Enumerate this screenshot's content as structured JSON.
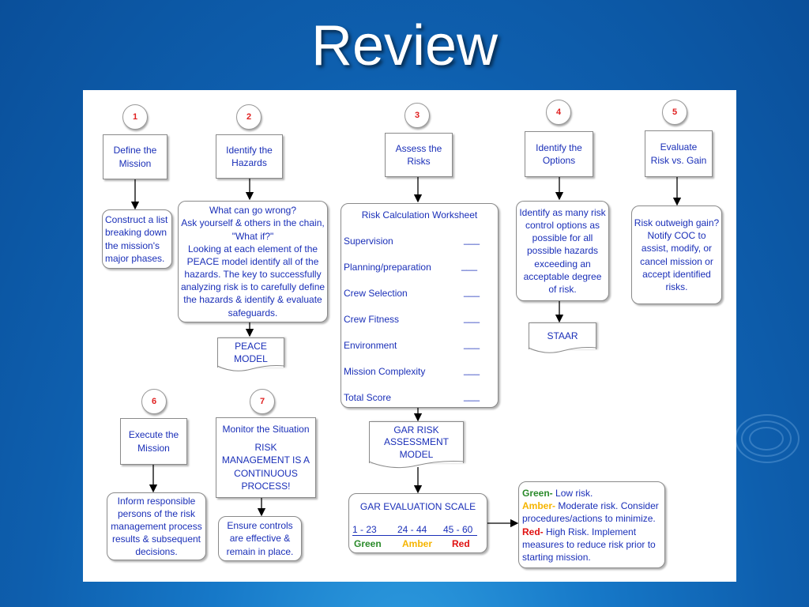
{
  "slide": {
    "title": "Review"
  },
  "colors": {
    "green": "#2a8a2a",
    "amber": "#f5b400",
    "red": "#e01010",
    "text_blue": "#1a2fb8"
  },
  "steps": [
    {
      "number": "1",
      "label": "Define the\nMission",
      "detail": "Construct a list\nbreaking down\nthe mission's\nmajor phases."
    },
    {
      "number": "2",
      "label": "Identify the\nHazards",
      "detail": "What can go wrong?\nAsk yourself & others in the chain,\n\"What if?\"\nLooking at each element of the\nPEACE model identify all of the\nhazards. The key to successfully\nanalyzing risk is to carefully define\nthe hazards & identify & evaluate\nsafeguards.",
      "doc": "PEACE\nMODEL"
    },
    {
      "number": "3",
      "label": "Assess the\nRisks"
    },
    {
      "number": "4",
      "label": "Identify the\nOptions",
      "detail": "Identify as many risk\ncontrol options as\npossible for all\npossible hazards\nexceeding an\nacceptable degree\nof risk.",
      "doc": "STAAR"
    },
    {
      "number": "5",
      "label": "Evaluate\nRisk vs. Gain",
      "detail": "Risk outweigh gain?\nNotify COC to\nassist, modify, or\ncancel mission or\naccept identified\nrisks."
    },
    {
      "number": "6",
      "label": "Execute the\nMission",
      "detail": "Inform responsible\npersons of the risk\nmanagement process\nresults & subsequent\ndecisions."
    },
    {
      "number": "7",
      "label": "Monitor the Situation",
      "sublabel": "RISK\nMANAGEMENT IS A\nCONTINUOUS\nPROCESS!",
      "detail": "Ensure controls\nare effective &\nremain in place."
    }
  ],
  "worksheet": {
    "title": "Risk Calculation Worksheet",
    "rows": [
      "Supervision",
      "Planning/preparation",
      "Crew Selection",
      "Crew Fitness",
      "Environment",
      "Mission Complexity",
      "Total Score"
    ],
    "blank": "___"
  },
  "gar_model": {
    "label": "GAR RISK\nASSESSMENT\nMODEL"
  },
  "gar_scale": {
    "title": "GAR EVALUATION SCALE",
    "ranges": [
      "1 - 23",
      "24 - 44",
      "45 - 60"
    ],
    "labels": [
      "Green",
      "Amber",
      "Red"
    ]
  },
  "legend": [
    {
      "key": "Green-",
      "text": " Low risk."
    },
    {
      "key": "Amber-",
      "text": " Moderate risk.  Consider procedures/actions to minimize."
    },
    {
      "key": "Red-",
      "text": " High Risk.  Implement measures to reduce risk prior to starting mission."
    }
  ]
}
